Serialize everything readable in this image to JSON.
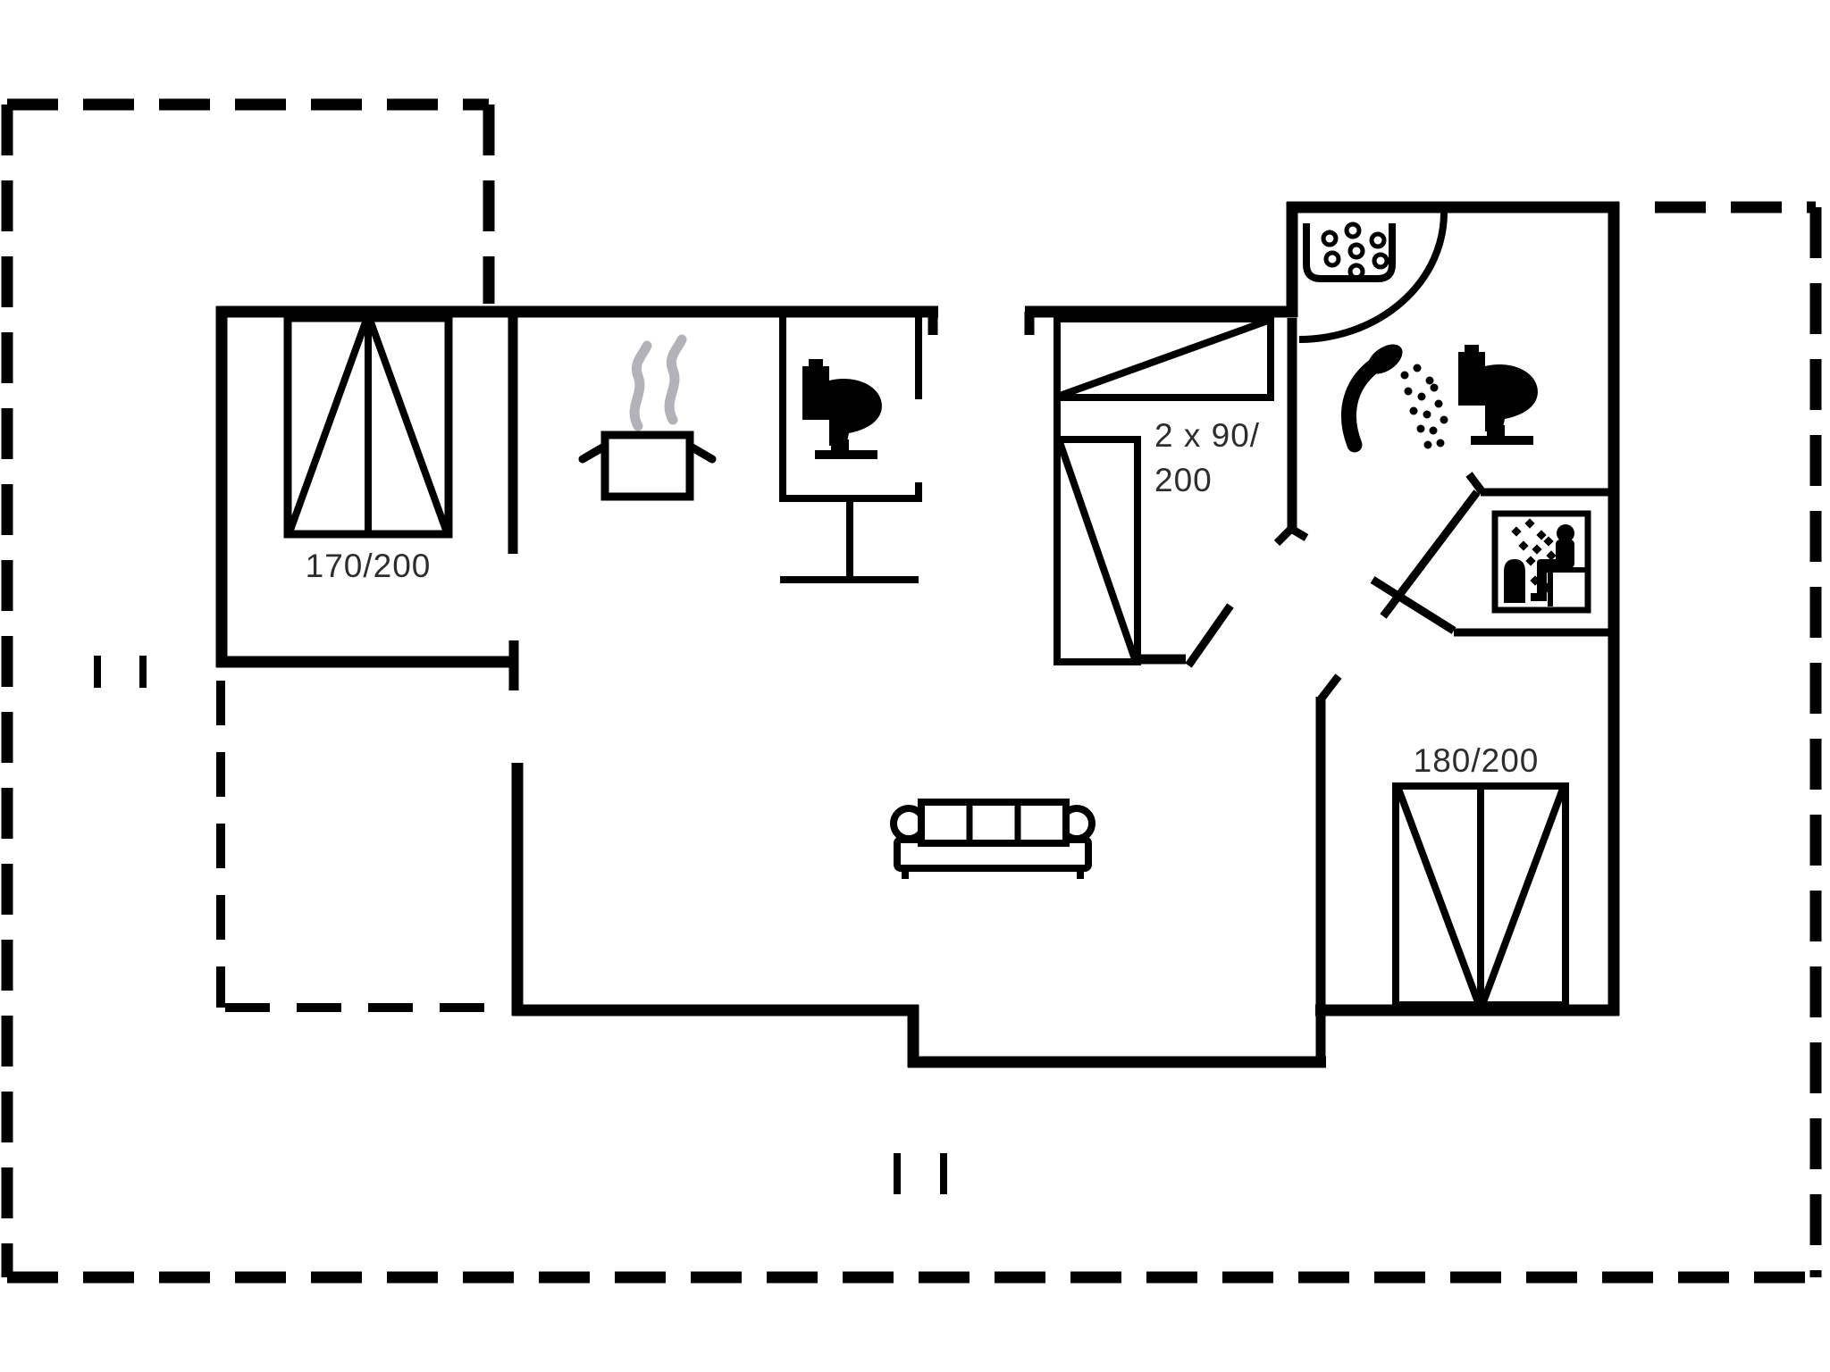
{
  "page": {
    "title": "Holiday home floor plan",
    "type": "architectural-floor-plan"
  },
  "labels": {
    "bed_left": "170/200",
    "bunk_beds_line1": "2 x 90/",
    "bunk_beds_line2": "200",
    "bed_right": "180/200"
  },
  "colors": {
    "wall": "#000000",
    "line": "#1c1c1c",
    "steam": "#b2b2b8",
    "text": "#2d2d2d",
    "bg": "#ffffff"
  },
  "icons": {
    "stove": "pot-with-steam-icon",
    "toilet_left_room": "toilet-icon",
    "toilet_bathroom": "toilet-icon",
    "shower": "shower-head-icon",
    "sink": "sink-with-bubbles-icon",
    "sauna": "sauna-person-icon",
    "sofa": "sofa-icon",
    "table": "table-icon",
    "beds": [
      "double-bed-symbol",
      "bunk-bed-symbol",
      "double-bed-symbol"
    ]
  }
}
